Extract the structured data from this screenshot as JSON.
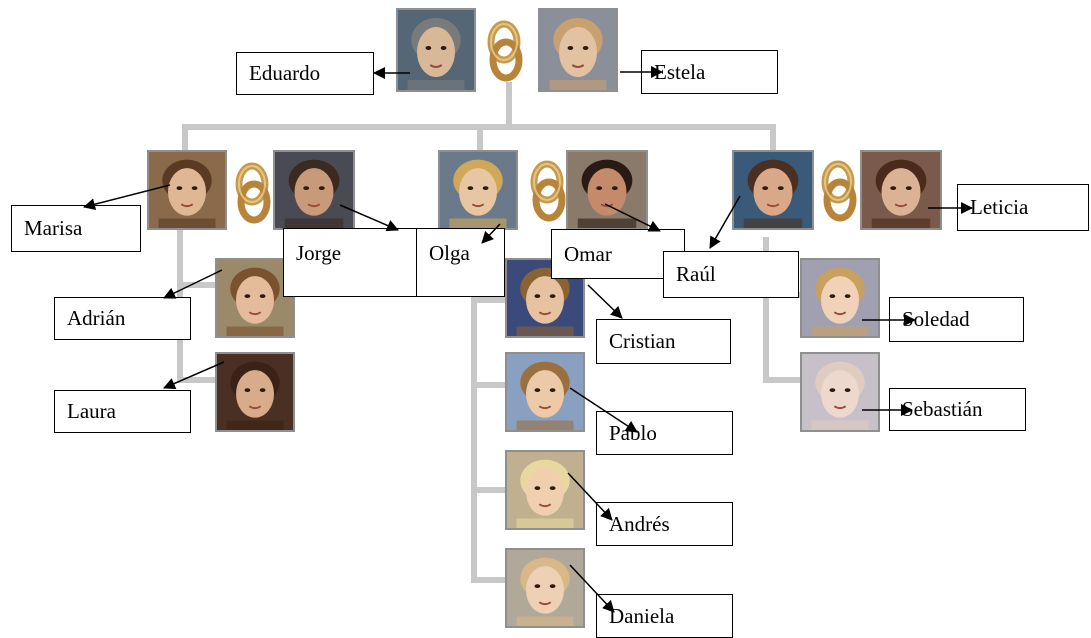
{
  "tree": {
    "grandparents": {
      "left": "Eduardo",
      "right": "Estela"
    },
    "couples": [
      {
        "spouse_a": "Marisa",
        "spouse_b": "Jorge",
        "children": [
          "Adrián",
          "Laura"
        ]
      },
      {
        "spouse_a": "Olga",
        "spouse_b": "Omar",
        "children": [
          "Cristian",
          "Pablo",
          "Andrés",
          "Daniela"
        ]
      },
      {
        "spouse_a": "Raúl",
        "spouse_b": "Leticia",
        "children": [
          "Soledad",
          "Sebastián"
        ]
      }
    ]
  },
  "colors": {
    "connector": "#c8c8c8",
    "label_border": "#000000",
    "ring_gold": "#c79a4a",
    "photo_frame": "#8f8f8f"
  },
  "icons": {
    "marriage": "wedding-rings-icon",
    "person": "portrait-photo"
  }
}
